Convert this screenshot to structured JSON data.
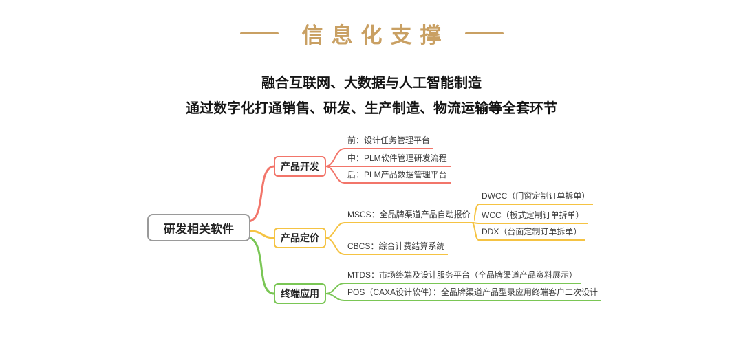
{
  "title": {
    "text": "信息化支撑"
  },
  "subtitle": {
    "line1": "融合互联网、大数据与人工智能制造",
    "line2": "通过数字化打通销售、研发、生产制造、物流运输等全套环节"
  },
  "mindmap": {
    "root": "研发相关软件",
    "branches": [
      {
        "label": "产品开发",
        "children": [
          {
            "label": "前：设计任务管理平台"
          },
          {
            "label": "中：PLM软件管理研发流程"
          },
          {
            "label": "后：PLM产品数据管理平台"
          }
        ]
      },
      {
        "label": "产品定价",
        "children": [
          {
            "label": "MSCS：全品牌渠道产品自动报价",
            "children": [
              {
                "label": "DWCC（门窗定制订单拆单）"
              },
              {
                "label": "WCC（板式定制订单拆单）"
              },
              {
                "label": "DDX（台面定制订单拆单）"
              }
            ]
          },
          {
            "label": "CBCS：综合计费结算系统"
          }
        ]
      },
      {
        "label": "终端应用",
        "children": [
          {
            "label": "MTDS：市场终端及设计服务平台（全品牌渠道产品资料展示）"
          },
          {
            "label": "POS（CAXA设计软件）：全品牌渠道产品型录应用终端客户二次设计"
          }
        ]
      }
    ]
  },
  "colors": {
    "title_gold": "#c9a063",
    "branch_red": "#f2756a",
    "branch_yellow": "#f5c343",
    "branch_green": "#7ac655",
    "root_border": "#9a9a9a",
    "leaf_text": "#3a3a3a"
  }
}
